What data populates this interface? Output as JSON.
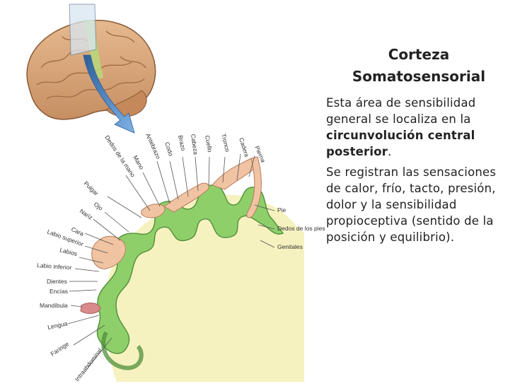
{
  "title": {
    "line1": "Corteza",
    "line2": "Somatosensorial"
  },
  "paragraph1": {
    "text_before": "Esta área de sensibilidad general se localiza en la ",
    "bold": "circunvolución central posterior",
    "text_after": "."
  },
  "paragraph2": {
    "text": "Se registran las sensaciones de calor, frío, tacto, presión, dolor y la sensibilidad propioceptiva (sentido de la posición y equilibrio)."
  },
  "figure": {
    "labels": [
      "Pie",
      "Dedos de los pies",
      "Genitales",
      "Pierna",
      "Cadera",
      "Tronco",
      "Cuello",
      "Cabeza",
      "Brazo",
      "Codo",
      "Antebrazo",
      "Mano",
      "Dedos de la mano",
      "Pulgar",
      "Ojo",
      "Nariz",
      "Cara",
      "Labio superior",
      "Labios",
      "Labio inferior",
      "Dientes",
      "Encías",
      "Mandíbula",
      "Lengua",
      "Faringe",
      "Intraabdominal"
    ],
    "colors": {
      "cortex": "#8fcf6a",
      "cortex_edge": "#4e8f3a",
      "white_matter": "#f6f2bf",
      "brain": "#dcaa7c",
      "arrow": "#4b86c8",
      "homunculus": "#f0c3a3"
    }
  }
}
